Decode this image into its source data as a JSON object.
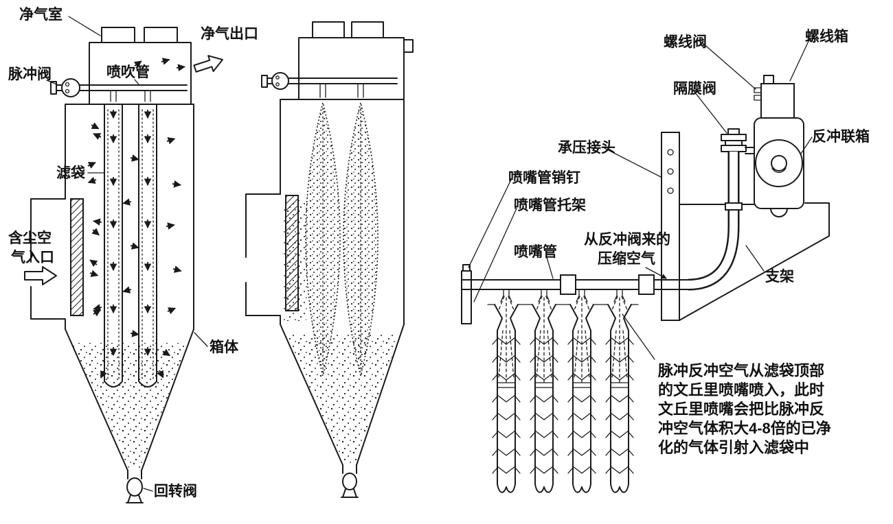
{
  "colors": {
    "ink": "#1a1a1a",
    "paper": "#ffffff"
  },
  "left_unit": {
    "labels": {
      "clean_air_chamber": "净气室",
      "clean_air_outlet": "净气出口",
      "pulse_valve": "脉冲阀",
      "blow_pipe": "喷吹管",
      "filter_bag": "滤袋",
      "dusty_air_inlet_line1": "含尘空",
      "dusty_air_inlet_line2": "气入口",
      "housing": "箱体",
      "rotary_valve": "回转阀"
    }
  },
  "right_unit": {
    "labels": {
      "solenoid_valve": "螺线阀",
      "solenoid_box": "螺线箱",
      "diaphragm_valve": "隔膜阀",
      "pressure_joint": "承压接头",
      "nozzle_pipe_pin": "喷嘴管销钉",
      "nozzle_pipe_bracket": "喷嘴管托架",
      "nozzle_pipe": "喷嘴管",
      "compressed_air_line1": "从反冲阀来的",
      "compressed_air_line2": "压缩空气",
      "backflush_manifold": "反冲联箱",
      "support": "支架"
    },
    "note_lines": [
      "脉冲反冲空气从滤袋顶部",
      "的文丘里喷嘴喷入，此时",
      "文丘里喷嘴会把比脉冲反",
      "冲空气体积大4-8倍的已净",
      "化的气体引射入滤袋中"
    ]
  }
}
